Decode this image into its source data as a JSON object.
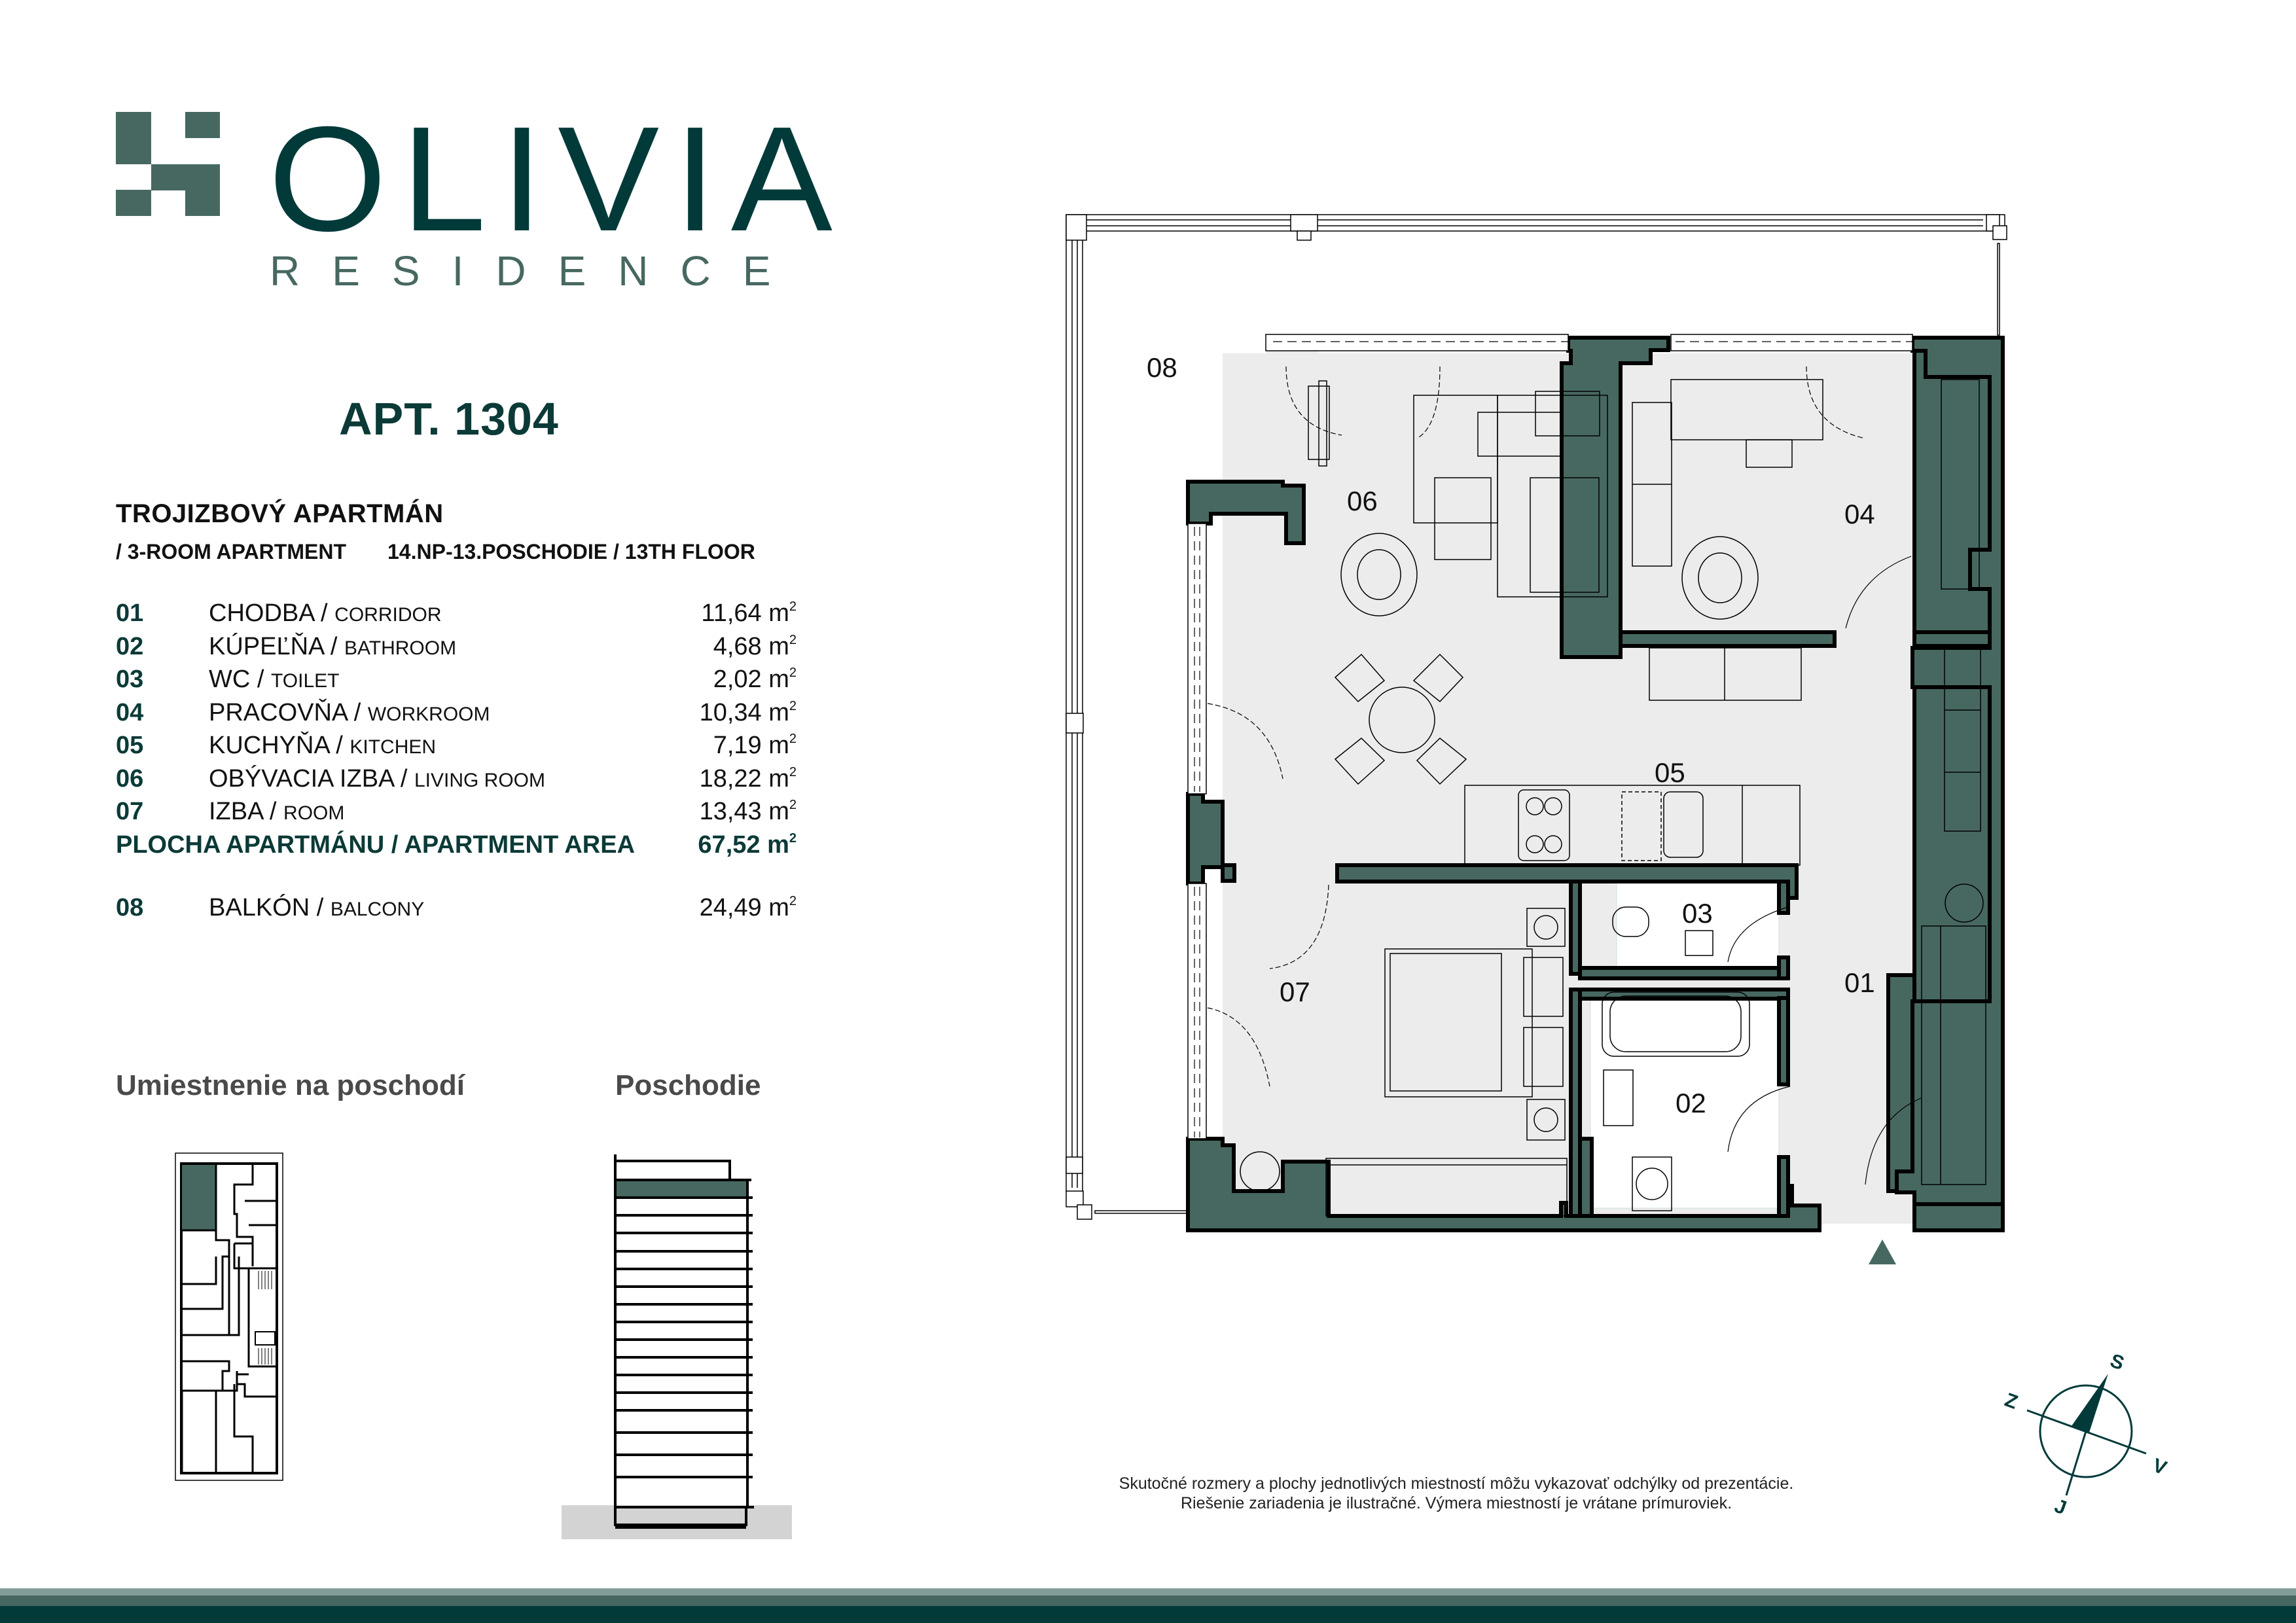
{
  "brand": {
    "name": "OLIVIA",
    "subtitle": "RESIDENCE",
    "colors": {
      "dark": "#023a3a",
      "primary": "#476861",
      "light": "#819e98",
      "wall": "#476861",
      "floor": "#ececec"
    }
  },
  "apartment": {
    "title": "APT. 1304",
    "type_sk": "TROJIZBOVÝ APARTMÁN",
    "type_en": "/ 3-ROOM APARTMENT",
    "floor": "14.NP-13.POSCHODIE / 13TH FLOOR"
  },
  "rooms": [
    {
      "num": "01",
      "name_sk": "CHODBA / ",
      "name_en": "CORRIDOR",
      "area": "11,64 m",
      "unit_sup": "2"
    },
    {
      "num": "02",
      "name_sk": "KÚPEĽŇA / ",
      "name_en": "BATHROOM",
      "area": "4,68 m",
      "unit_sup": "2"
    },
    {
      "num": "03",
      "name_sk": "WC / ",
      "name_en": "TOILET",
      "area": "2,02 m",
      "unit_sup": "2"
    },
    {
      "num": "04",
      "name_sk": "PRACOVŇA / ",
      "name_en": "WORKROOM",
      "area": "10,34 m",
      "unit_sup": "2"
    },
    {
      "num": "05",
      "name_sk": "KUCHYŇA / ",
      "name_en": "KITCHEN",
      "area": "7,19 m",
      "unit_sup": "2"
    },
    {
      "num": "06",
      "name_sk": "OBÝVACIA IZBA / ",
      "name_en": "LIVING ROOM",
      "area": "18,22 m",
      "unit_sup": "2"
    },
    {
      "num": "07",
      "name_sk": "IZBA / ",
      "name_en": "ROOM",
      "area": "13,43 m",
      "unit_sup": "2"
    }
  ],
  "total": {
    "label": "PLOCHA APARTMÁNU / APARTMENT AREA",
    "area": "67,52 m",
    "unit_sup": "2"
  },
  "balcony": {
    "num": "08",
    "name_sk": "BALKÓN / ",
    "name_en": "BALCONY",
    "area": "24,49 m",
    "unit_sup": "2"
  },
  "sections": {
    "location": "Umiestnenie na poschodí",
    "floor": "Poschodie"
  },
  "plan_labels": {
    "r01": "01",
    "r02": "02",
    "r03": "03",
    "r04": "04",
    "r05": "05",
    "r06": "06",
    "r07": "07",
    "r08": "08"
  },
  "compass": {
    "n": "S",
    "s": "J",
    "e": "V",
    "w": "Z"
  },
  "disclaimer": {
    "line1": "Skutočné rozmery a plochy jednotlivých miestností môžu vykazovať odchýlky od prezentácie.",
    "line2": "Riešenie zariadenia je ilustračné. Výmera miestností je vrátane prímuroviek."
  }
}
